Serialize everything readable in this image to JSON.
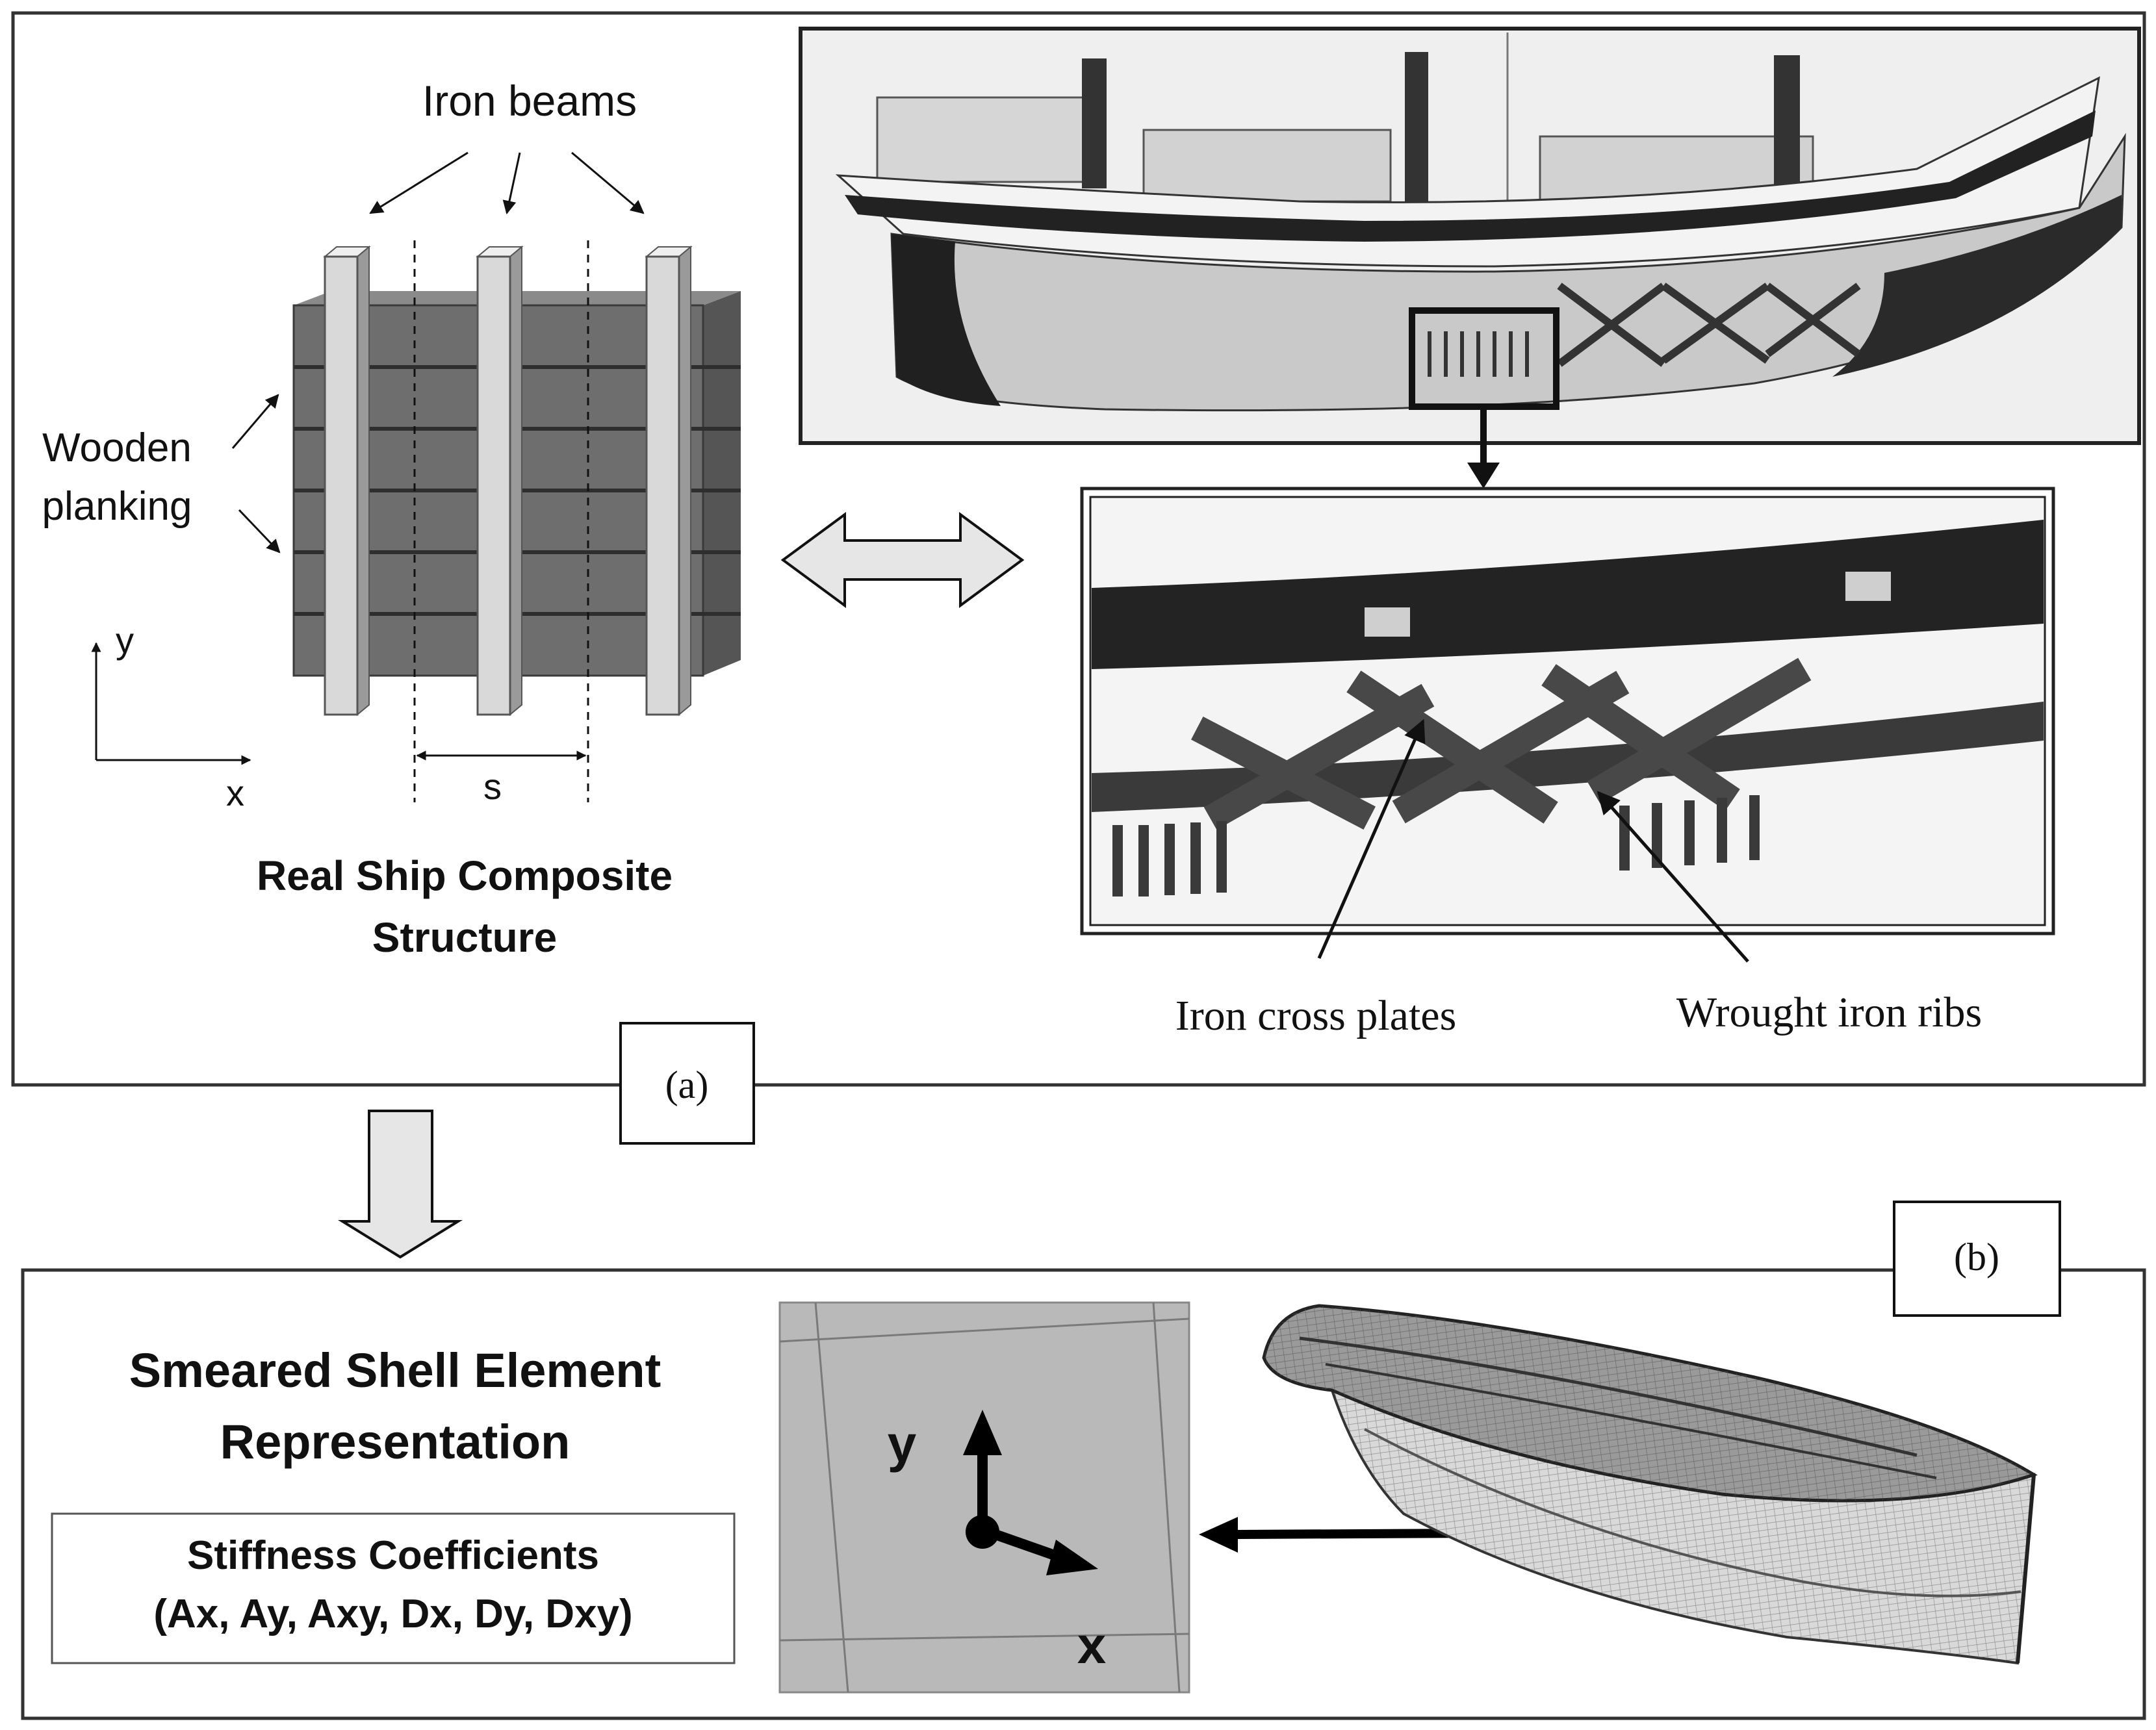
{
  "panel_a": {
    "label": "(a)",
    "composite": {
      "beams_label": "Iron beams",
      "planking_label_line1": "Wooden",
      "planking_label_line2": "planking",
      "axis_y": "y",
      "axis_x": "x",
      "spacing": "s",
      "title_line1": "Real Ship Composite",
      "title_line2": "Structure"
    },
    "detail": {
      "cross_plates_label": "Iron cross plates",
      "ribs_label": "Wrought iron ribs"
    }
  },
  "panel_b": {
    "label": "(b)",
    "title_line1": "Smeared Shell Element",
    "title_line2": "Representation",
    "coeff_line1": "Stiffness Coefficients",
    "coeff_line2": "(Ax, Ay, Axy, Dx, Dy, Dxy)",
    "axis_y": "y",
    "axis_x": "x"
  },
  "colors": {
    "frame": "#333333",
    "planking": "#6e6e6e",
    "beam": "#d9d9d9",
    "mesh_bg": "#b9b9b9",
    "arrow_fill": "#e6e6e6"
  }
}
